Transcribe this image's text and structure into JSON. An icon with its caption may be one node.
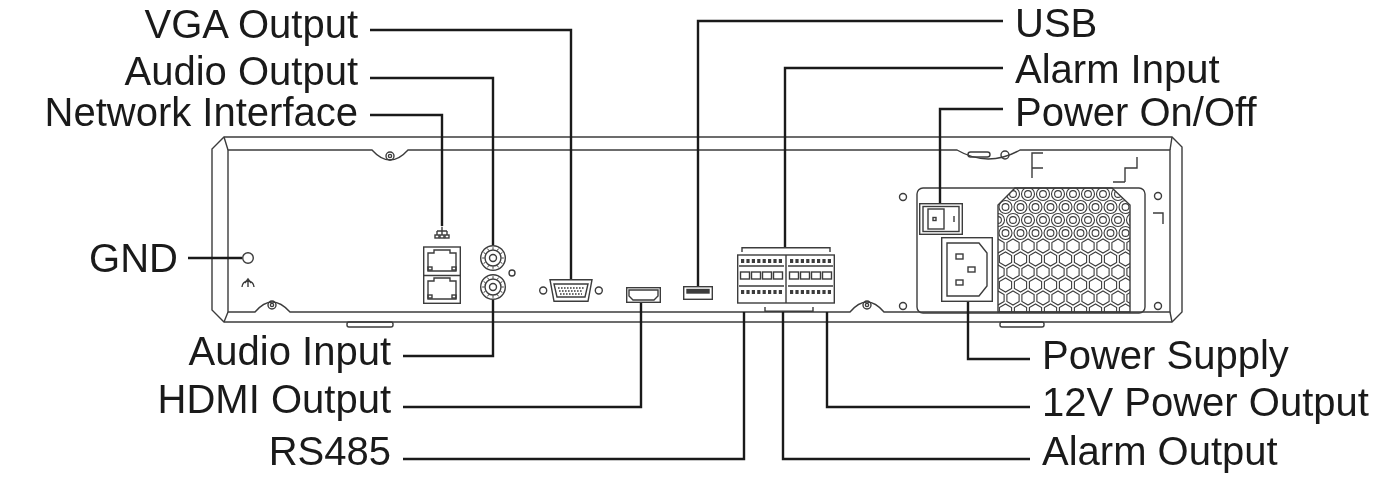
{
  "diagram": {
    "nodes": [
      {
        "text": [
          "VGA Output"
        ]
      },
      {
        "text": [
          "Audio Output"
        ]
      },
      {
        "text": [
          "Network Interface"
        ]
      },
      {
        "text": [
          "USB"
        ]
      },
      {
        "text": [
          "Alarm Input"
        ]
      },
      {
        "text": [
          "Power On/Off"
        ]
      },
      {
        "text": [
          "GND"
        ]
      },
      {
        "text": [
          "Audio Input"
        ]
      },
      {
        "text": [
          "HDMI Output"
        ]
      },
      {
        "text": [
          "RS485"
        ]
      },
      {
        "text": [
          "Power Supply"
        ]
      },
      {
        "text": [
          "12V Power Output"
        ]
      },
      {
        "text": [
          "Alarm Output"
        ]
      },
      {
        "text": [],
        "shape": "circle"
      },
      {
        "text": [],
        "shape": "picture"
      },
      {
        "text": [],
        "shape": "picture"
      },
      {
        "text": [],
        "shape": "picture"
      },
      {
        "text": [],
        "shape": "picture"
      },
      {
        "text": [],
        "shape": "picture"
      },
      {
        "text": [],
        "shape": "picture"
      },
      {
        "text": [],
        "shape": "picture"
      },
      {
        "text": [],
        "shape": "picture"
      },
      {
        "text": [],
        "shape": "picture"
      }
    ],
    "edges": [
      {
        "from": 0,
        "to": 17,
        "arrow": "none"
      },
      {
        "from": 1,
        "to": 15,
        "arrow": "none"
      },
      {
        "from": 2,
        "to": 14,
        "arrow": "none"
      },
      {
        "from": 3,
        "to": 19,
        "arrow": "none"
      },
      {
        "from": 4,
        "to": 20,
        "arrow": "none"
      },
      {
        "from": 5,
        "to": 21,
        "arrow": "none"
      },
      {
        "from": 6,
        "to": 13,
        "arrow": "none"
      },
      {
        "from": 7,
        "to": 16,
        "arrow": "none"
      },
      {
        "from": 8,
        "to": 18,
        "arrow": "none"
      },
      {
        "from": 9,
        "to": 20,
        "arrow": "none"
      },
      {
        "from": 10,
        "to": 22,
        "arrow": "none"
      },
      {
        "from": 11,
        "to": 20,
        "arrow": "none"
      },
      {
        "from": 12,
        "to": 20,
        "arrow": "none"
      }
    ]
  }
}
